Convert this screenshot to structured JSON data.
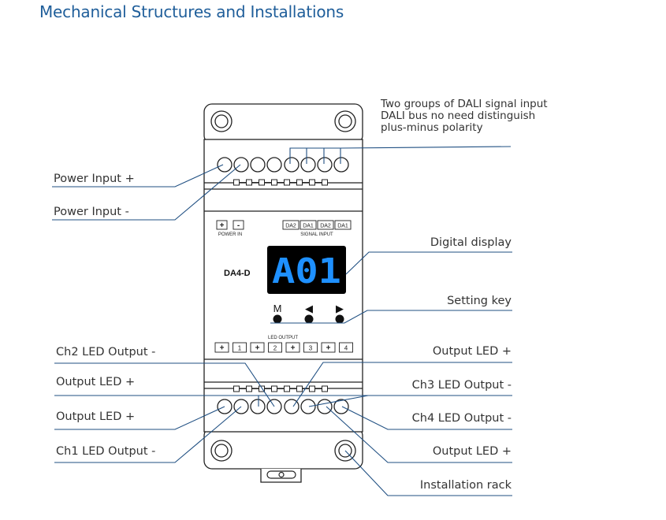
{
  "title": "Mechanical Structures and Installations",
  "device": {
    "model": "DA4-D",
    "display_text": "A01",
    "power_terminals": [
      "+",
      "-"
    ],
    "power_in_label": "POWER IN",
    "signal_terminals": [
      "DA2",
      "DA1",
      "DA2",
      "DA1"
    ],
    "signal_input_label": "SIGNAL INPUT",
    "led_output_label": "LED OUTPUT",
    "led_terminals": [
      "+",
      "1",
      "+",
      "2",
      "+",
      "3",
      "+",
      "4"
    ],
    "keys": [
      "M",
      "◀",
      "▶"
    ]
  },
  "callouts": {
    "dali_note": [
      "Two groups of DALI signal input",
      "DALI bus no need distinguish",
      "plus-minus polarity"
    ],
    "power_plus": "Power Input +",
    "power_minus": "Power Input -",
    "digital_display": "Digital display",
    "setting_key": "Setting key",
    "ch2_out": "Ch2 LED Output -",
    "out_led_l1": "Output LED +",
    "out_led_l2": "Output LED +",
    "ch1_out": "Ch1 LED Output -",
    "out_led_r1": "Output LED +",
    "ch3_out": "Ch3 LED Output -",
    "ch4_out": "Ch4 LED Output -",
    "out_led_r2": "Output LED +",
    "installation_rack": "Installation rack"
  },
  "colors": {
    "title": "#1f5e9a",
    "leader": "#1f4f82",
    "display_bg": "#000000",
    "display_digits": "#1e90ff"
  }
}
